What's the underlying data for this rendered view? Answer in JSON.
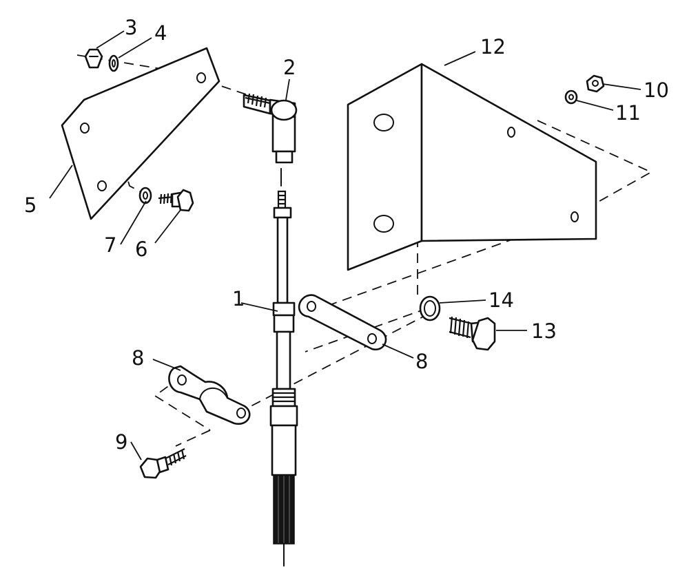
{
  "callouts": {
    "c1": "1",
    "c2": "2",
    "c3": "3",
    "c4": "4",
    "c5": "5",
    "c6": "6",
    "c7": "7",
    "c8_left": "8",
    "c8_right": "8",
    "c9": "9",
    "c10": "10",
    "c11": "11",
    "c12": "12",
    "c13": "13",
    "c14": "14"
  }
}
